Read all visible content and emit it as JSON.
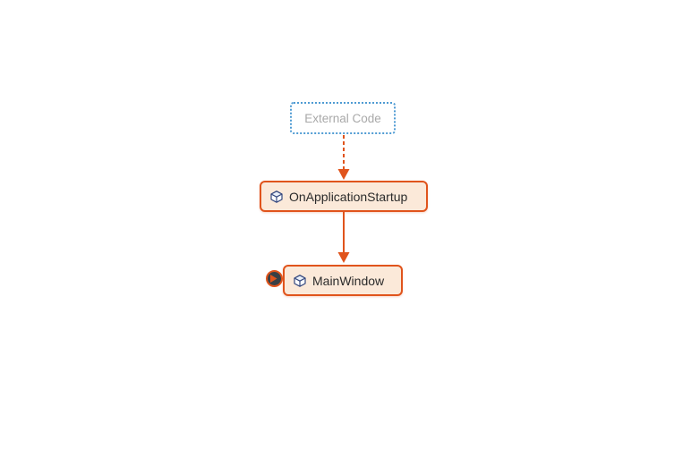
{
  "diagram": {
    "kind": "code-map-dependency-graph",
    "nodes": [
      {
        "id": "external-code",
        "label": "External Code",
        "type": "external-group",
        "border_style": "dotted",
        "border_color": "#4F9BD3",
        "fill": "#FFFFFF",
        "text_color": "#A9A9A9"
      },
      {
        "id": "on-application-startup",
        "label": "OnApplicationStartup",
        "type": "method-node",
        "icon": "cube-icon",
        "border_color": "#E0541C",
        "fill": "#FBE9D9",
        "text_color": "#2B2B2B"
      },
      {
        "id": "main-window",
        "label": "MainWindow",
        "type": "method-node",
        "icon": "cube-icon",
        "badge": "expand-incoming-links-badge",
        "border_color": "#E0541C",
        "fill": "#FBE9D9",
        "text_color": "#2B2B2B"
      }
    ],
    "edges": [
      {
        "from": "External Code",
        "to": "OnApplicationStartup",
        "style": "dashed",
        "color": "#E0541C"
      },
      {
        "from": "OnApplicationStartup",
        "to": "MainWindow",
        "style": "solid",
        "color": "#E0541C"
      }
    ],
    "colors": {
      "background": "#FFFFFF",
      "accent_orange": "#E0541C",
      "node_fill_peach": "#FBE9D9",
      "external_border_blue": "#4F9BD3",
      "external_text_gray": "#A9A9A9",
      "label_text": "#2B2B2B",
      "icon_navy": "#34477E",
      "badge_fill_dark": "#3A4045"
    }
  }
}
